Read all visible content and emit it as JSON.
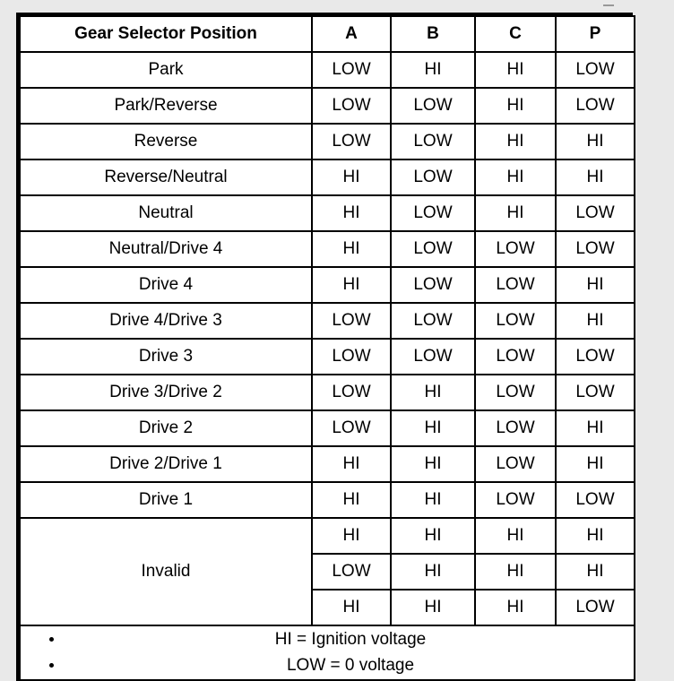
{
  "table": {
    "columns": [
      {
        "key": "position",
        "label": "Gear Selector Position"
      },
      {
        "key": "a",
        "label": "A"
      },
      {
        "key": "b",
        "label": "B"
      },
      {
        "key": "c",
        "label": "C"
      },
      {
        "key": "p",
        "label": "P"
      }
    ],
    "rows": [
      {
        "position": "Park",
        "a": "LOW",
        "b": "HI",
        "c": "HI",
        "p": "LOW"
      },
      {
        "position": "Park/Reverse",
        "a": "LOW",
        "b": "LOW",
        "c": "HI",
        "p": "LOW"
      },
      {
        "position": "Reverse",
        "a": "LOW",
        "b": "LOW",
        "c": "HI",
        "p": "HI"
      },
      {
        "position": "Reverse/Neutral",
        "a": "HI",
        "b": "LOW",
        "c": "HI",
        "p": "HI"
      },
      {
        "position": "Neutral",
        "a": "HI",
        "b": "LOW",
        "c": "HI",
        "p": "LOW"
      },
      {
        "position": "Neutral/Drive 4",
        "a": "HI",
        "b": "LOW",
        "c": "LOW",
        "p": "LOW"
      },
      {
        "position": "Drive 4",
        "a": "HI",
        "b": "LOW",
        "c": "LOW",
        "p": "HI"
      },
      {
        "position": "Drive 4/Drive 3",
        "a": "LOW",
        "b": "LOW",
        "c": "LOW",
        "p": "HI"
      },
      {
        "position": "Drive 3",
        "a": "LOW",
        "b": "LOW",
        "c": "LOW",
        "p": "LOW"
      },
      {
        "position": "Drive 3/Drive 2",
        "a": "LOW",
        "b": "HI",
        "c": "LOW",
        "p": "LOW"
      },
      {
        "position": "Drive 2",
        "a": "LOW",
        "b": "HI",
        "c": "LOW",
        "p": "HI"
      },
      {
        "position": "Drive 2/Drive 1",
        "a": "HI",
        "b": "HI",
        "c": "LOW",
        "p": "HI"
      },
      {
        "position": "Drive 1",
        "a": "HI",
        "b": "HI",
        "c": "LOW",
        "p": "LOW"
      }
    ],
    "invalid_group": {
      "label": "Invalid",
      "rowspan": 3,
      "rows": [
        {
          "a": "HI",
          "b": "HI",
          "c": "HI",
          "p": "HI"
        },
        {
          "a": "LOW",
          "b": "HI",
          "c": "HI",
          "p": "HI"
        },
        {
          "a": "HI",
          "b": "HI",
          "c": "HI",
          "p": "LOW"
        }
      ]
    },
    "notes": [
      "HI = Ignition voltage",
      "LOW = 0 voltage"
    ]
  },
  "colors": {
    "page_background": "#e9e9e9",
    "cell_background": "#ffffff",
    "border": "#000000",
    "text": "#000000"
  }
}
